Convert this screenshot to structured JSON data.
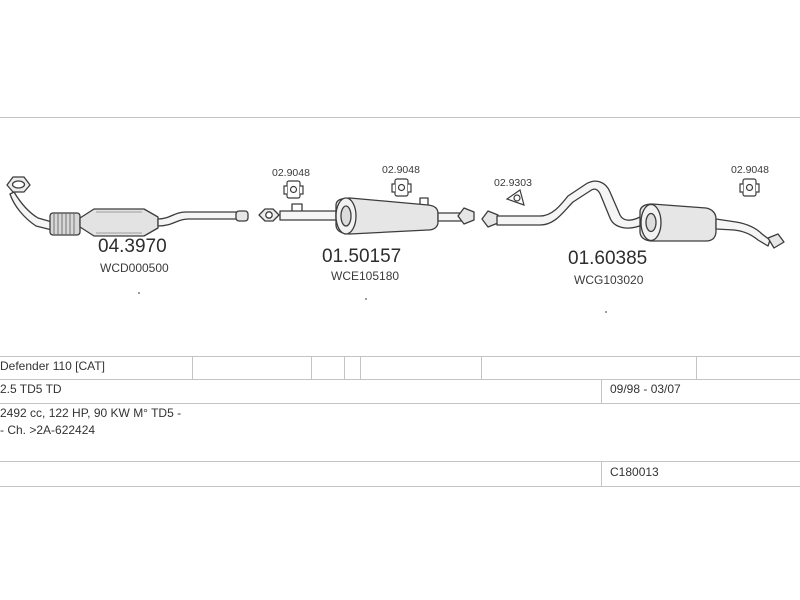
{
  "diagram": {
    "parts": [
      {
        "number": "04.3970",
        "code": "WCD000500"
      },
      {
        "number": "01.50157",
        "code": "WCE105180"
      },
      {
        "number": "01.60385",
        "code": "WCG103020"
      }
    ],
    "clamps": [
      "02.9048",
      "02.9048",
      "02.9303",
      "02.9048"
    ]
  },
  "table": {
    "model": "Defender 110  [CAT]",
    "engine": "2.5 TD5 TD",
    "years": "09/98 - 03/07",
    "specs": "2492 cc, 122 HP, 90 KW M° TD5 -",
    "chassis": "- Ch. >2A-622424",
    "catalog_code": "C180013"
  }
}
